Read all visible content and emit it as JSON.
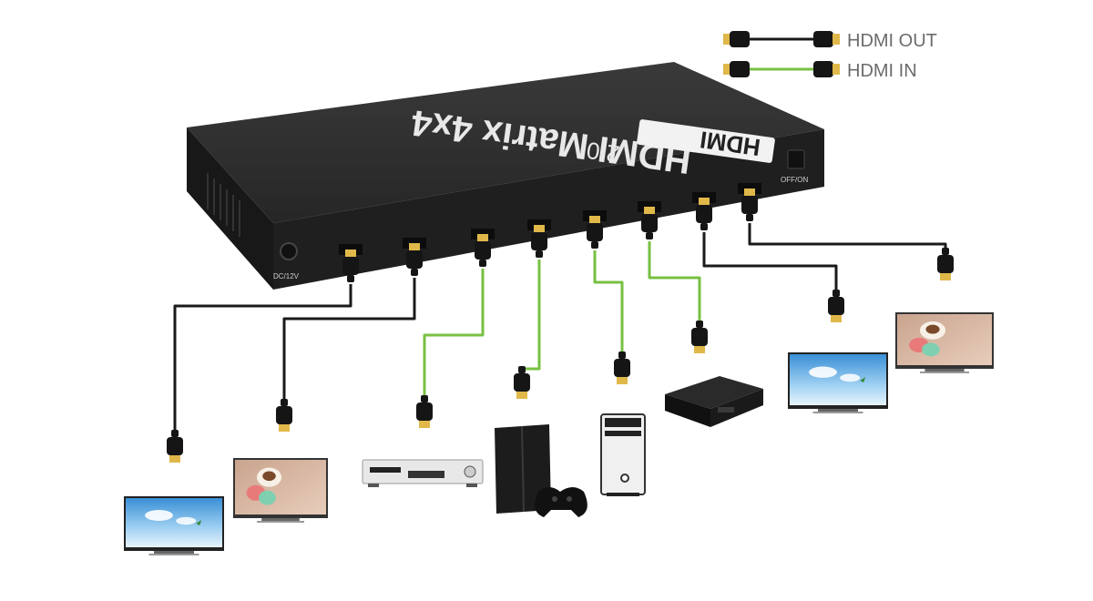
{
  "legend": {
    "out_label": "HDMI OUT",
    "in_label": "HDMI IN",
    "out_color": "#1a1a1a",
    "in_color": "#77c043"
  },
  "device": {
    "title": "HDMI Matrix 4x4",
    "version": "2.0",
    "logo": "HDMI",
    "dc_label": "DC/12V",
    "power_label": "OFF/ON",
    "body_color": "#2b2b2b"
  },
  "ports": [
    {
      "type": "out"
    },
    {
      "type": "out"
    },
    {
      "type": "in"
    },
    {
      "type": "in"
    },
    {
      "type": "in"
    },
    {
      "type": "in"
    },
    {
      "type": "out"
    },
    {
      "type": "out"
    }
  ],
  "endpoints": [
    {
      "kind": "tv-sky",
      "icon": "tv-icon"
    },
    {
      "kind": "tv-food",
      "icon": "tv-icon"
    },
    {
      "kind": "dvd-player",
      "icon": "dvd-player-icon"
    },
    {
      "kind": "game-console",
      "icon": "game-console-icon"
    },
    {
      "kind": "pc-tower",
      "icon": "pc-tower-icon"
    },
    {
      "kind": "set-top-box",
      "icon": "set-top-box-icon"
    },
    {
      "kind": "tv-sky",
      "icon": "tv-icon"
    },
    {
      "kind": "tv-food",
      "icon": "tv-icon"
    }
  ]
}
